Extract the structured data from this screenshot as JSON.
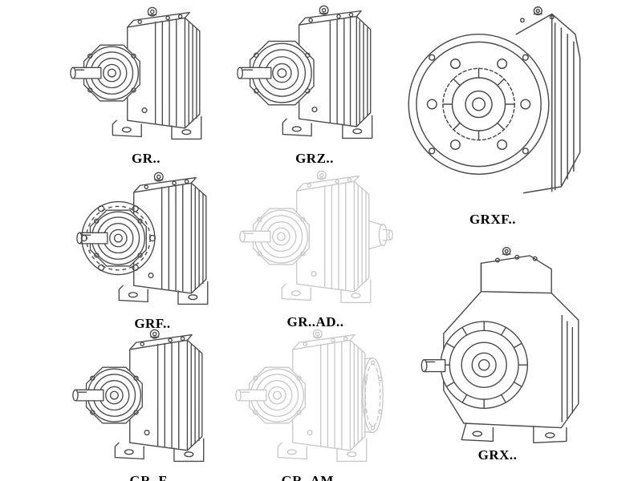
{
  "products": [
    {
      "id": "gr",
      "label": "GR.."
    },
    {
      "id": "grz",
      "label": "GRZ.."
    },
    {
      "id": "grxf",
      "label": "GRXF.."
    },
    {
      "id": "grf",
      "label": "GRF.."
    },
    {
      "id": "gr_ad",
      "label": "GR..AD.."
    },
    {
      "id": "grx",
      "label": "GRX.."
    },
    {
      "id": "gr_f",
      "label": "GR..F"
    },
    {
      "id": "gr_am",
      "label": "GR..AM.."
    }
  ],
  "colors": {
    "line_dark": "#4a4a4a",
    "line_light": "#c9c9c9",
    "background": "#ffffff",
    "label_text": "#000000"
  }
}
